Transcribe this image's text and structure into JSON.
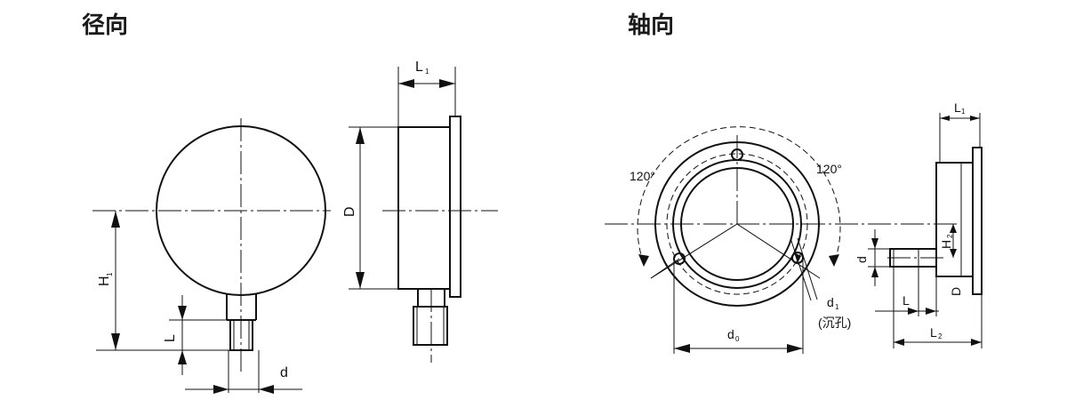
{
  "headings": {
    "radial": "径向",
    "axial": "轴向"
  },
  "radial_view": {
    "dim_L1": "L",
    "dim_L1_sub": "1",
    "dim_D": "D",
    "dim_H1": "H",
    "dim_H1_sub": "1",
    "dim_L": "L",
    "dim_d": "d"
  },
  "axial_view": {
    "angle_left": "120°",
    "angle_right": "120°",
    "dim_d1": "d",
    "dim_d1_sub": "1",
    "dim_d1_note": "(沉孔)",
    "dim_d0": "d",
    "dim_d0_sub": "0",
    "dim_L1": "L",
    "dim_L1_sub": "1",
    "dim_H2": "H",
    "dim_H2_sub": "2",
    "dim_d": "d",
    "dim_D": "D",
    "dim_L": "L",
    "dim_L2": "L",
    "dim_L2_sub": "2"
  }
}
